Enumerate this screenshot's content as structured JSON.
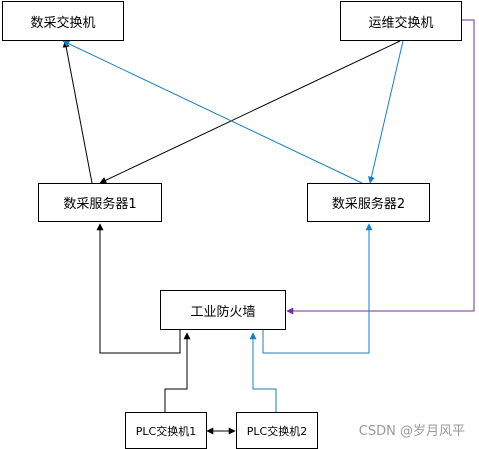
{
  "nodes": {
    "data_switch": "数采交换机",
    "ops_switch": "运维交换机",
    "server1": "数采服务器1",
    "server2": "数采服务器2",
    "firewall": "工业防火墙",
    "plc_switch1": "PLC交换机1",
    "plc_switch2": "PLC交换机2"
  },
  "colors": {
    "black_line": "#000000",
    "blue_line": "#1a7fc1",
    "purple_line": "#7030a0"
  },
  "watermark": "CSDN @岁月风平"
}
